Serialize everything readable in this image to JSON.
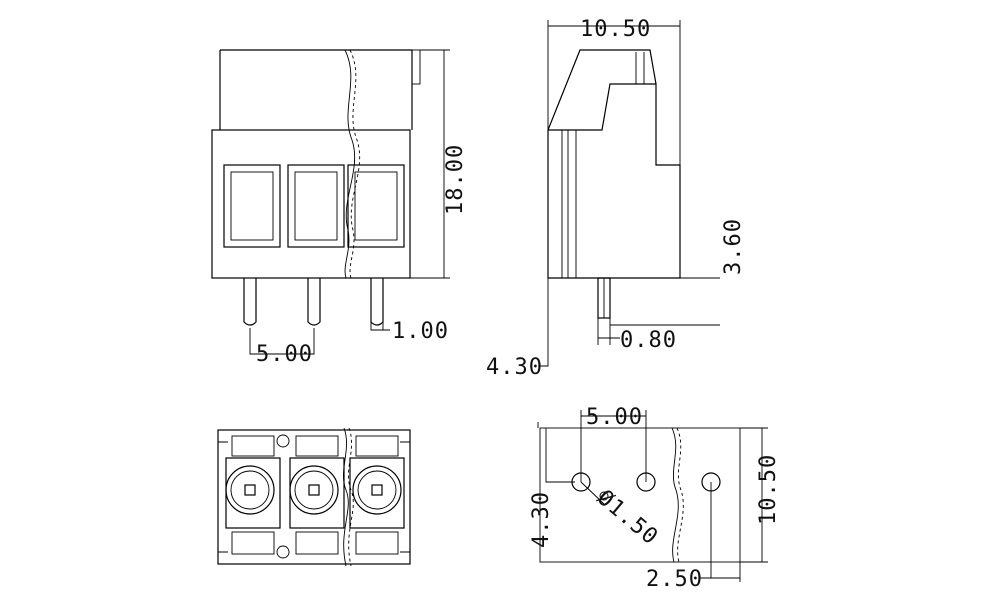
{
  "drawing": {
    "title": "",
    "front_view": {
      "height_dim": "18.00",
      "pitch_dim": "5.00",
      "pin_width_dim": "1.00"
    },
    "side_view": {
      "depth_dim": "10.50",
      "height_dim": "3.60",
      "pin_thickness_dim": "0.80",
      "pin_length_dim": "4.30"
    },
    "top_view": {
      "positions": 3
    },
    "footprint_view": {
      "pitch_dim": "5.00",
      "row_offset_dim": "4.30",
      "hole_diameter_dim": "Ø1.50",
      "edge_offset_dim": "2.50",
      "depth_dim": "10.50"
    }
  }
}
